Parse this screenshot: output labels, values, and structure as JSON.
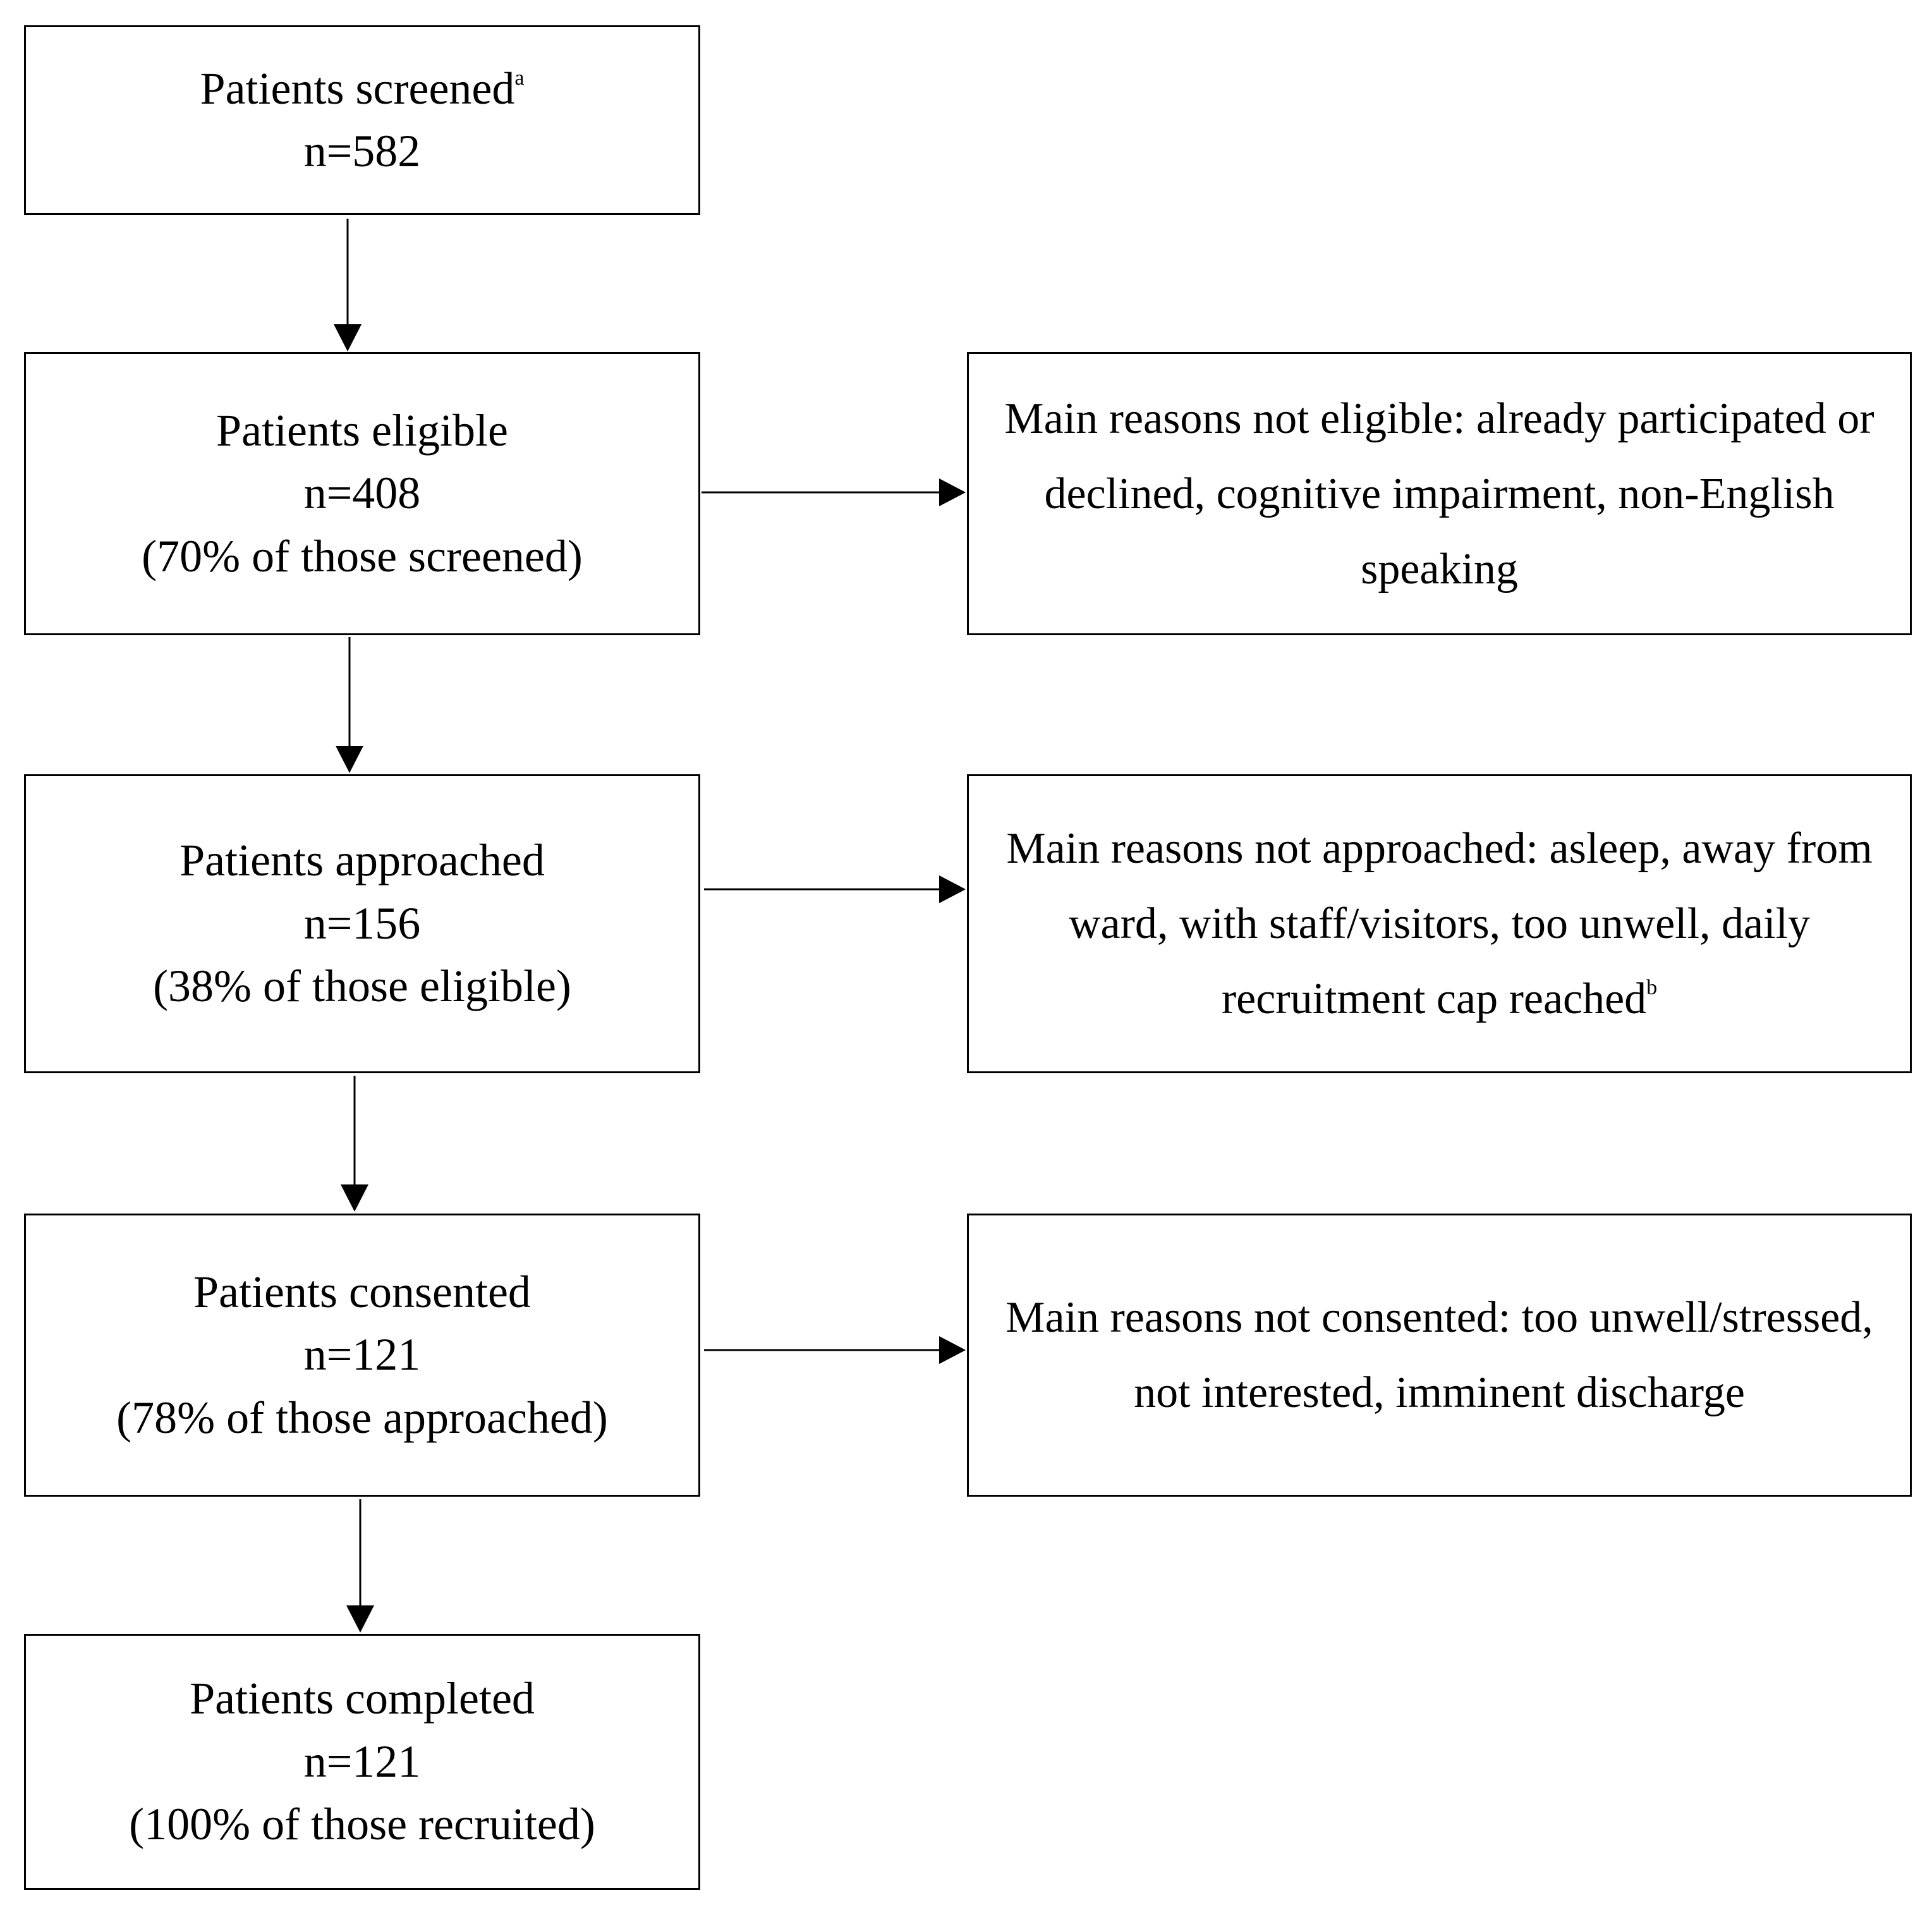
{
  "flow": {
    "screened": {
      "label": "Patients screened",
      "footnote": "a",
      "count": "n=582"
    },
    "eligible": {
      "label": "Patients eligible",
      "count": "n=408",
      "percent": "(70% of those screened)"
    },
    "approached": {
      "label": "Patients approached",
      "count": "n=156",
      "percent": "(38% of those eligible)"
    },
    "consented": {
      "label": "Patients consented",
      "count": "n=121",
      "percent": "(78% of those approached)"
    },
    "completed": {
      "label": "Patients completed",
      "count": "n=121",
      "percent": "(100% of those recruited)"
    }
  },
  "exclusions": {
    "not_eligible": {
      "text": "Main reasons not eligible: already participated or declined, cognitive impairment, non-English speaking"
    },
    "not_approached": {
      "text": "Main reasons not approached: asleep, away from ward, with staff/visitors, too unwell, daily recruitment cap reached",
      "footnote": "b"
    },
    "not_consented": {
      "text": "Main reasons not consented: too unwell/stressed, not interested, imminent discharge"
    }
  }
}
